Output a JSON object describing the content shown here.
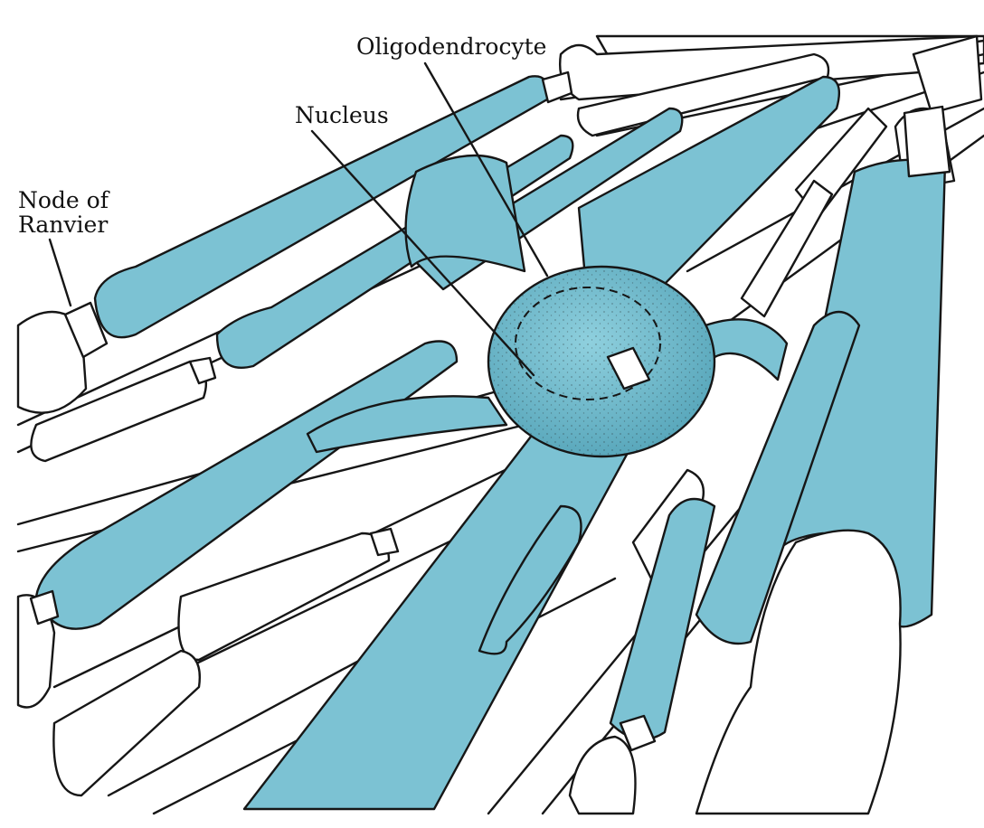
{
  "labels": {
    "oligodendrocyte": "Oligodendrocyte",
    "nucleus": "Nucleus",
    "node_line1": "Node of",
    "node_line2": "Ranvier"
  },
  "colors": {
    "myelin": "#7cc2d3",
    "myelin_shadow": "#5aa8bc",
    "ink": "#161616",
    "background": "#ffffff"
  }
}
